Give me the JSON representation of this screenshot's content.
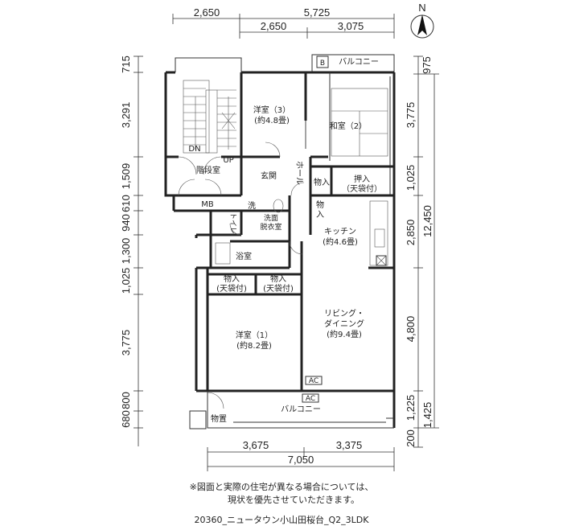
{
  "compass": {
    "north_label": "N"
  },
  "dims_top": {
    "row1": [
      "2,650",
      "5,725"
    ],
    "row2": [
      "2,650",
      "3,075"
    ]
  },
  "dims_left": [
    "715",
    "3,291",
    "1,509",
    "610",
    "940",
    "1,300",
    "1,025",
    "3,775",
    "800",
    "680"
  ],
  "dims_right": [
    "975",
    "3,775",
    "1,025",
    "2,850",
    "4,800",
    "1,225",
    "200"
  ],
  "dims_right_total": "12,450",
  "dims_right_outer": "1,425",
  "dims_bottom": {
    "row1": [
      "3,675",
      "3,375"
    ],
    "total": "7,050"
  },
  "rooms": {
    "western_3": [
      "洋室（3）",
      "(約4.8畳)"
    ],
    "japanese_2": [
      "和室（2）"
    ],
    "staircase": [
      "階段室"
    ],
    "dn": "DN",
    "up": "UP",
    "entrance": "玄関",
    "hall": "ホール",
    "storage_a": "物入",
    "oshiire": [
      "押入",
      "（天袋付）"
    ],
    "storage_b": [
      "物",
      "入"
    ],
    "mb": "MB",
    "sen": "洗",
    "toilet": "トイレ",
    "senmen": [
      "洗面",
      "脱衣室"
    ],
    "kitchen": [
      "キッチン",
      "(約4.6畳)"
    ],
    "bath": "浴室",
    "storage_c": [
      "物入",
      "(天袋付)"
    ],
    "storage_d": [
      "物入",
      "(天袋付)"
    ],
    "living": [
      "リビング・",
      "ダイニング",
      "(約9.4畳)"
    ],
    "western_1": [
      "洋室（1）",
      "(約8.2畳)"
    ],
    "ac1": "AC",
    "ac2": "AC",
    "balcony_top": "バルコニー",
    "balcony_top_b": "B",
    "balcony_bottom": "バルコニー",
    "monooki": "物置"
  },
  "note": [
    "※図面と実際の住宅が異なる場合については、",
    "現状を優先させていただきます。"
  ],
  "caption": "20360_ニュータウン小山田桜台_Q2_3LDK"
}
